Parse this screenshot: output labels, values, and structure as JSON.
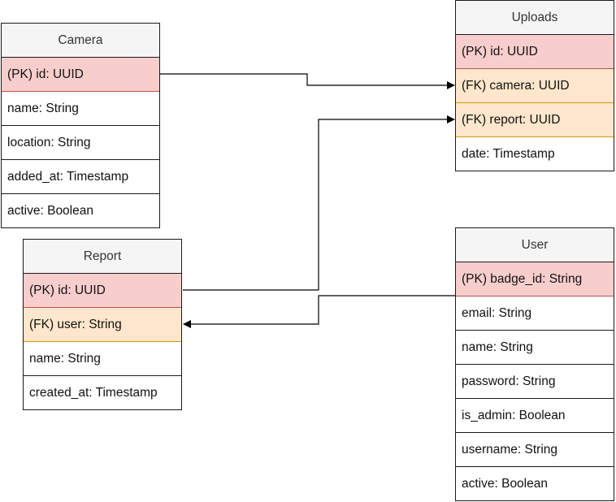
{
  "entities": {
    "camera": {
      "title": "Camera",
      "rows": [
        {
          "text": "(PK) id: UUID",
          "kind": "pk"
        },
        {
          "text": "name: String",
          "kind": ""
        },
        {
          "text": "location: String",
          "kind": ""
        },
        {
          "text": "added_at: Timestamp",
          "kind": ""
        },
        {
          "text": "active: Boolean",
          "kind": ""
        }
      ]
    },
    "uploads": {
      "title": "Uploads",
      "rows": [
        {
          "text": "(PK) id: UUID",
          "kind": "pk"
        },
        {
          "text": "(FK) camera: UUID",
          "kind": "fk"
        },
        {
          "text": "(FK) report: UUID",
          "kind": "fk"
        },
        {
          "text": "date: Timestamp",
          "kind": ""
        }
      ]
    },
    "report": {
      "title": "Report",
      "rows": [
        {
          "text": "(PK) id: UUID",
          "kind": "pk"
        },
        {
          "text": "(FK) user: String",
          "kind": "fk"
        },
        {
          "text": "name: String",
          "kind": ""
        },
        {
          "text": "created_at: Timestamp",
          "kind": ""
        }
      ]
    },
    "user": {
      "title": "User",
      "rows": [
        {
          "text": "(PK) badge_id: String",
          "kind": "pk"
        },
        {
          "text": "email: String",
          "kind": ""
        },
        {
          "text": "name: String",
          "kind": ""
        },
        {
          "text": "password: String",
          "kind": ""
        },
        {
          "text": "is_admin: Boolean",
          "kind": ""
        },
        {
          "text": "username: String",
          "kind": ""
        },
        {
          "text": "active: Boolean",
          "kind": ""
        }
      ]
    }
  },
  "relationships": [
    {
      "from": "Camera.id",
      "to": "Uploads.camera"
    },
    {
      "from": "Report.id",
      "to": "Uploads.report"
    },
    {
      "from": "User.badge_id",
      "to": "Report.user"
    }
  ],
  "colors": {
    "pk_fill": "#f8cecc",
    "fk_fill": "#ffe6cc",
    "header_fill": "#f5f5f5",
    "line": "#000000"
  }
}
